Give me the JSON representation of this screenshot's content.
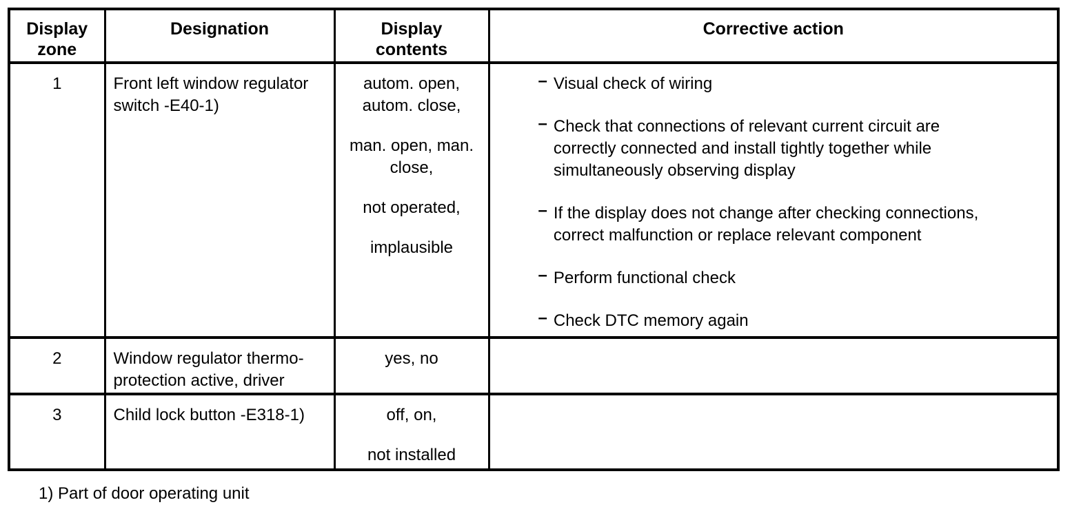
{
  "colors": {
    "background": "#ffffff",
    "text": "#000000",
    "border": "#000000"
  },
  "table": {
    "bullet_char": "–",
    "headers": [
      "Display zone",
      "Designation",
      "Display contents",
      "Corrective action"
    ],
    "rows": [
      {
        "zone": "1",
        "designation_lines": [
          "Front left window regulator",
          "switch -E40-1)"
        ],
        "display_contents_groups": [
          [
            "autom. open,",
            "autom. close,"
          ],
          [
            "man. open, man.",
            "close,"
          ],
          [
            "not operated,"
          ],
          [
            "implausible"
          ]
        ],
        "corrective_actions": [
          "Visual check of wiring",
          "Check that connections of relevant current circuit are correctly connected and install tightly together while simultaneously observing display",
          "If the display does not change after checking connections, correct malfunction or replace relevant component",
          "Perform functional check",
          "Check DTC memory again"
        ]
      },
      {
        "zone": "2",
        "designation_lines": [
          "Window regulator thermo-",
          "protection active, driver"
        ],
        "display_contents_groups": [
          [
            "yes, no"
          ]
        ],
        "corrective_actions": []
      },
      {
        "zone": "3",
        "designation_lines": [
          "Child lock button -E318-1)"
        ],
        "display_contents_groups": [
          [
            "off, on,"
          ],
          [
            "not installed"
          ]
        ],
        "corrective_actions": []
      }
    ]
  },
  "footnote": "1) Part of door operating unit"
}
